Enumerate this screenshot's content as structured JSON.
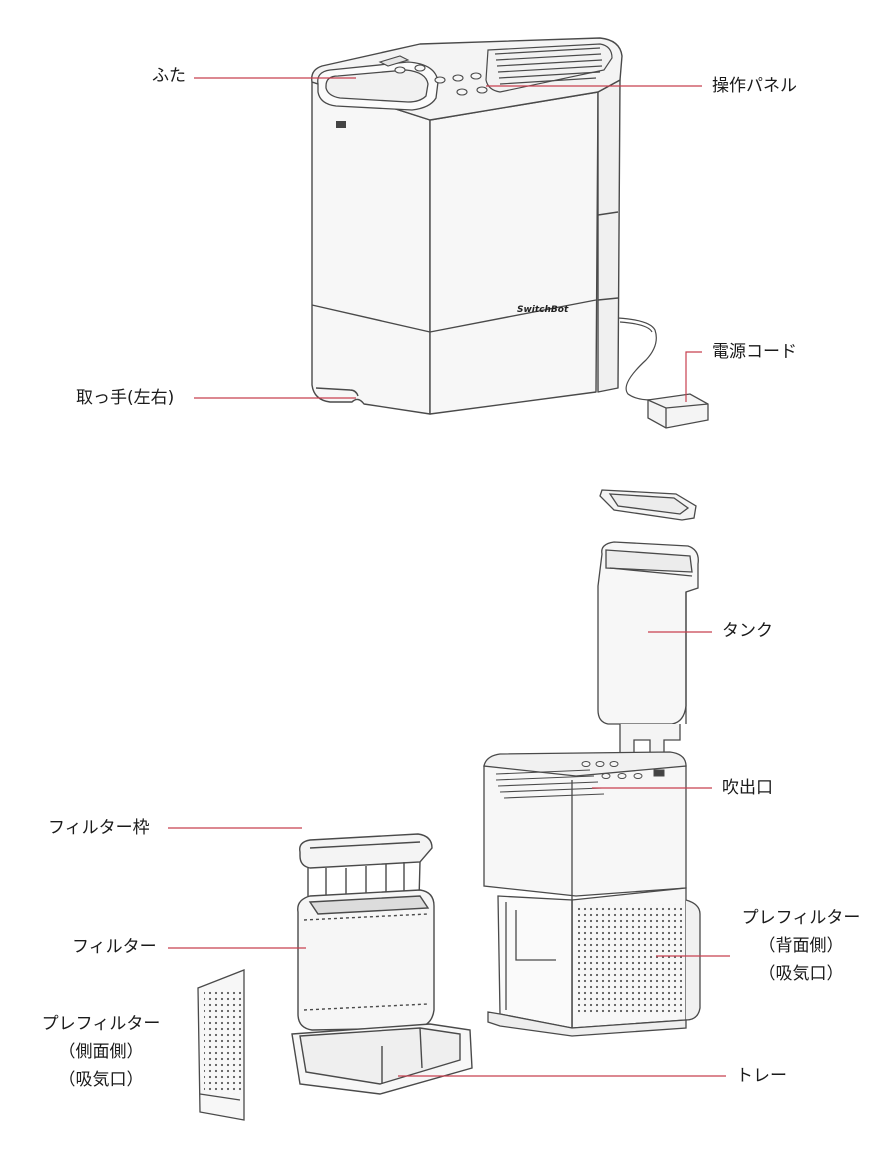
{
  "brand": "SwitchBot",
  "colors": {
    "leader": "#c8404f",
    "outline": "#4a4a4a",
    "fill": "#f7f7f7",
    "text": "#1a1a1a"
  },
  "assembled": {
    "lid": "ふた",
    "control_panel": "操作パネル",
    "power_cord": "電源コード",
    "handles": "取っ手(左右)"
  },
  "exploded": {
    "tank": "タンク",
    "air_outlet": "吹出口",
    "filter_frame": "フィルター枠",
    "filter": "フィルター",
    "prefilter_back": [
      "プレフィルター",
      "（背面側）",
      "（吸気口）"
    ],
    "prefilter_side": [
      "プレフィルター",
      "（側面側）",
      "（吸気口）"
    ],
    "tray": "トレー"
  }
}
